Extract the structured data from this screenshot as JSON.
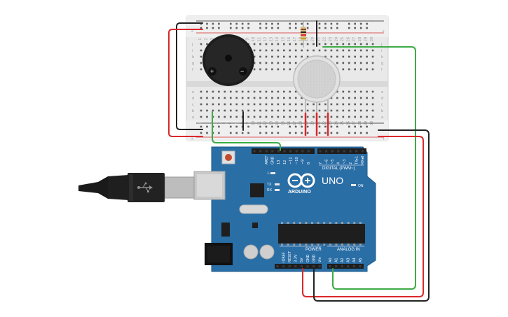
{
  "diagram": {
    "breadboard": {
      "row_letters_top": [
        "j",
        "i",
        "h",
        "g",
        "f"
      ],
      "row_letters_bottom": [
        "e",
        "d",
        "c",
        "b",
        "a"
      ],
      "columns": [
        "1",
        "2",
        "3",
        "4",
        "5",
        "6",
        "7",
        "8",
        "9",
        "10",
        "11",
        "12",
        "13",
        "14",
        "15",
        "16",
        "17",
        "18",
        "19",
        "20",
        "21",
        "22",
        "23",
        "24",
        "25",
        "26",
        "27",
        "28",
        "29",
        "30"
      ],
      "rail_plus": "+",
      "rail_minus": "-"
    },
    "buzzer": {
      "plus_label": "+",
      "minus_label": "−"
    },
    "arduino": {
      "model": "UNO",
      "brand": "ARDUINO",
      "digital_header": "DIGITAL (PWM~)",
      "power_header": "POWER",
      "analog_header": "ANALOG IN",
      "on_led": "ON",
      "led_labels": [
        "L",
        "TX",
        "RX"
      ],
      "top_pins": [
        "AREF",
        "GND",
        "13",
        "12",
        "~11",
        "~10",
        "~9",
        "8",
        "7",
        "~6",
        "~5",
        "4",
        "~3",
        "2",
        "TX▸1",
        "RX◂0"
      ],
      "power_pins": [
        "IOREF",
        "RESET",
        "3.3V",
        "5V",
        "GND",
        "GND",
        "Vin"
      ],
      "analog_pins": [
        "A0",
        "A1",
        "A2",
        "A3",
        "A4",
        "A5"
      ]
    },
    "colors": {
      "board": "#2a6ea6",
      "breadboard": "#e8e8e8",
      "wire_red": "#d9282b",
      "wire_black": "#222222",
      "wire_green": "#3cab46"
    }
  }
}
